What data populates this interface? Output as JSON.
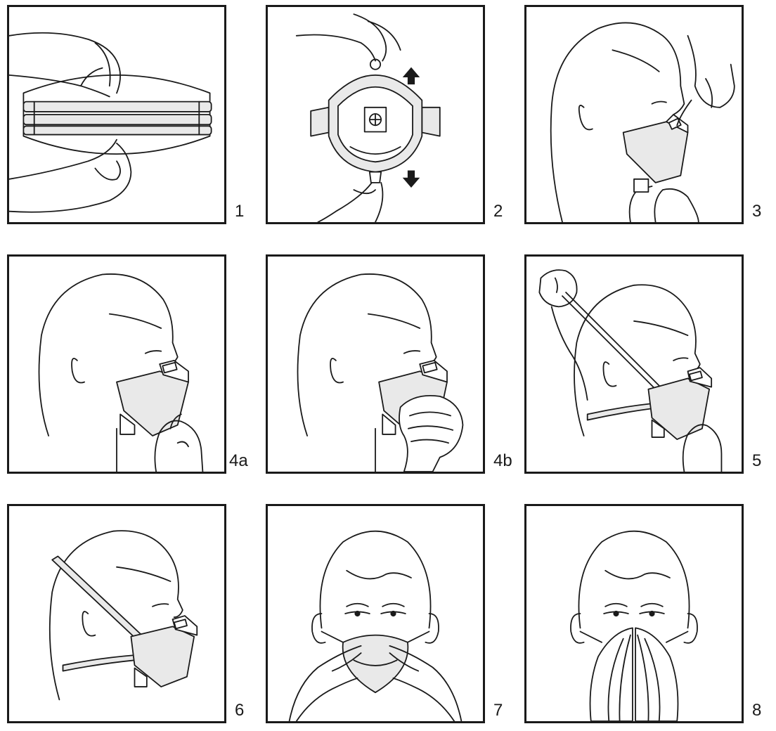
{
  "steps": [
    {
      "label": "1"
    },
    {
      "label": "2"
    },
    {
      "label": "3"
    },
    {
      "label": "4a"
    },
    {
      "label": "4b"
    },
    {
      "label": "5"
    },
    {
      "label": "6"
    },
    {
      "label": "7"
    },
    {
      "label": "8"
    }
  ],
  "colors": {
    "line": "#1a1a1a",
    "background": "#ffffff",
    "mask_fill": "#e9e9e9"
  }
}
